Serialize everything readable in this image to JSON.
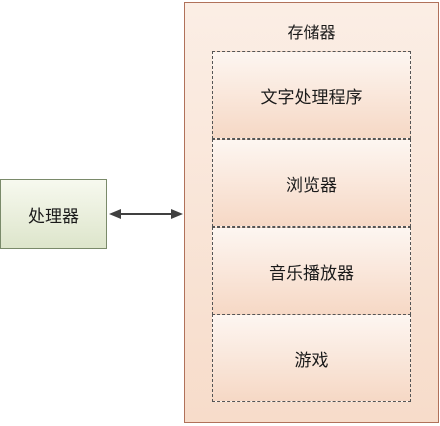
{
  "processor": {
    "label": "处理器"
  },
  "memory": {
    "title": "存储器",
    "programs": [
      {
        "label": "文字处理程序"
      },
      {
        "label": "浏览器"
      },
      {
        "label": "音乐播放器"
      },
      {
        "label": "游戏"
      }
    ]
  },
  "colors": {
    "processor_fill": "#dde5cb",
    "memory_fill": "#f7dcca",
    "arrow": "#404040"
  }
}
